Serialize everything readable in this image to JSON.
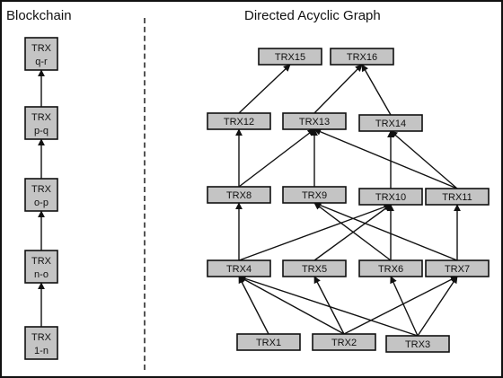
{
  "headings": {
    "left": "Blockchain",
    "right": "Directed Acyclic Graph"
  },
  "blockchain": [
    {
      "id": "b5",
      "line1": "TRX",
      "line2": "q-r"
    },
    {
      "id": "b4",
      "line1": "TRX",
      "line2": "p-q"
    },
    {
      "id": "b3",
      "line1": "TRX",
      "line2": "o-p"
    },
    {
      "id": "b2",
      "line1": "TRX",
      "line2": "n-o"
    },
    {
      "id": "b1",
      "line1": "TRX",
      "line2": "1-n"
    }
  ],
  "dag_nodes": [
    {
      "id": "TRX15",
      "label": "TRX15"
    },
    {
      "id": "TRX16",
      "label": "TRX16"
    },
    {
      "id": "TRX12",
      "label": "TRX12"
    },
    {
      "id": "TRX13",
      "label": "TRX13"
    },
    {
      "id": "TRX14",
      "label": "TRX14"
    },
    {
      "id": "TRX8",
      "label": "TRX8"
    },
    {
      "id": "TRX9",
      "label": "TRX9"
    },
    {
      "id": "TRX10",
      "label": "TRX10"
    },
    {
      "id": "TRX11",
      "label": "TRX11"
    },
    {
      "id": "TRX4",
      "label": "TRX4"
    },
    {
      "id": "TRX5",
      "label": "TRX5"
    },
    {
      "id": "TRX6",
      "label": "TRX6"
    },
    {
      "id": "TRX7",
      "label": "TRX7"
    },
    {
      "id": "TRX1",
      "label": "TRX1"
    },
    {
      "id": "TRX2",
      "label": "TRX2"
    },
    {
      "id": "TRX3",
      "label": "TRX3"
    }
  ],
  "dag_edges": [
    [
      "TRX12",
      "TRX15"
    ],
    [
      "TRX13",
      "TRX16"
    ],
    [
      "TRX14",
      "TRX16"
    ],
    [
      "TRX8",
      "TRX12"
    ],
    [
      "TRX8",
      "TRX13"
    ],
    [
      "TRX9",
      "TRX13"
    ],
    [
      "TRX11",
      "TRX13"
    ],
    [
      "TRX10",
      "TRX14"
    ],
    [
      "TRX11",
      "TRX14"
    ],
    [
      "TRX4",
      "TRX8"
    ],
    [
      "TRX4",
      "TRX10"
    ],
    [
      "TRX5",
      "TRX10"
    ],
    [
      "TRX6",
      "TRX9"
    ],
    [
      "TRX6",
      "TRX10"
    ],
    [
      "TRX7",
      "TRX9"
    ],
    [
      "TRX7",
      "TRX11"
    ],
    [
      "TRX1",
      "TRX4"
    ],
    [
      "TRX2",
      "TRX4"
    ],
    [
      "TRX2",
      "TRX5"
    ],
    [
      "TRX2",
      "TRX7"
    ],
    [
      "TRX3",
      "TRX4"
    ],
    [
      "TRX3",
      "TRX6"
    ],
    [
      "TRX3",
      "TRX7"
    ]
  ]
}
